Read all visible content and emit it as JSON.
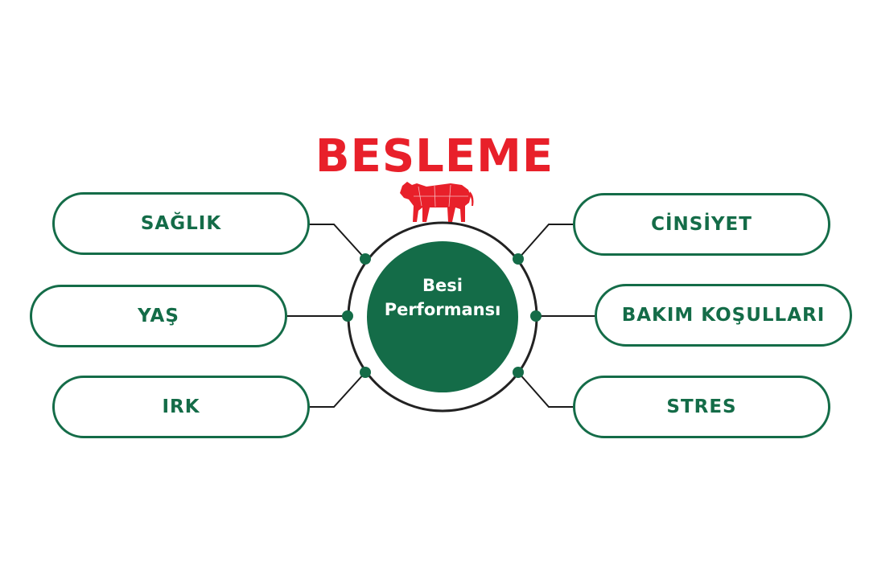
{
  "heading": "BESLEME",
  "center": {
    "line1": "Besi",
    "line2": "Performansı"
  },
  "left_factors": [
    "SAĞLIK",
    "YAŞ",
    "IRK"
  ],
  "right_factors": [
    "CİNSİYET",
    "BAKIM KOŞULLARI",
    "STRES"
  ],
  "icons": {
    "top": "cow-icon"
  },
  "colors": {
    "primary": "#146c48",
    "heading": "#e8202a",
    "connector": "#1a1a1a",
    "ring": "#222222",
    "text_on_primary": "#ffffff"
  }
}
